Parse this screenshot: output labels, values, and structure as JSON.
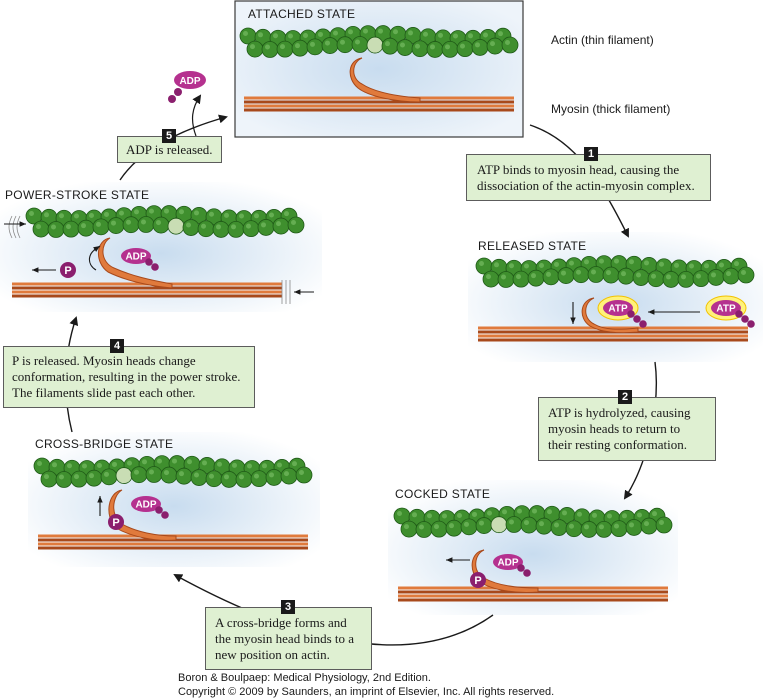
{
  "states": {
    "attached": "ATTACHED STATE",
    "released": "RELEASED STATE",
    "cocked": "COCKED STATE",
    "cross_bridge": "CROSS-BRIDGE STATE",
    "power_stroke": "POWER-STROKE STATE"
  },
  "labels": {
    "actin": "Actin (thin filament)",
    "myosin": "Myosin (thick filament)"
  },
  "steps": [
    {
      "number": "1",
      "text": "ATP binds to myosin head, causing the dissociation of the actin-myosin complex."
    },
    {
      "number": "2",
      "text": "ATP is hydrolyzed, causing myosin heads to return to their resting conformation."
    },
    {
      "number": "3",
      "text": "A cross-bridge forms and the myosin head binds to a new position on actin."
    },
    {
      "number": "4",
      "text": "P is released. Myosin heads change conformation, resulting in the power stroke. The filaments slide past each other."
    },
    {
      "number": "5",
      "text": "ADP is released."
    }
  ],
  "molecules": {
    "atp": "ATP",
    "adp": "ADP",
    "phosphate": "P"
  },
  "credit": {
    "line1": "Boron & Boulpaep: Medical Physiology, 2nd Edition.",
    "line2": "Copyright © 2009 by Saunders, an imprint of Elsevier, Inc. All rights reserved."
  },
  "colors": {
    "actin": "#3f8f2e",
    "actin_dark": "#1f5a17",
    "actin_contact": "#c9ddb4",
    "myosin": "#e07a3c",
    "myosin_dark": "#a8491b",
    "phosphate": "#8b1f6e",
    "step_box": "#dff0d2",
    "panel_glow": "#c8dcef"
  }
}
